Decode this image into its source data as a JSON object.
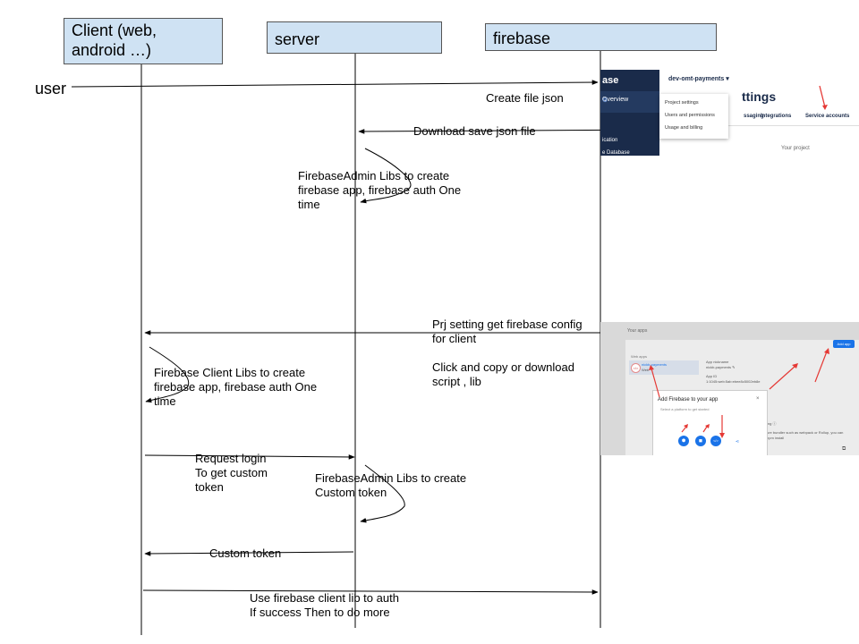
{
  "participants": {
    "client": [
      "Client (web,",
      "android …)"
    ],
    "server": "server",
    "firebase": "firebase",
    "user": "user"
  },
  "messages": {
    "create_file_json": "Create file json",
    "download_json": "Download save json file",
    "admin_libs_init": [
      "FirebaseAdmin Libs to create",
      "firebase app, firebase auth One",
      "time"
    ],
    "prj_setting": [
      "Prj setting get firebase config",
      "for client"
    ],
    "click_copy": [
      "Click and copy or download",
      "script , lib"
    ],
    "client_libs_init": [
      "Firebase Client Libs to create",
      "firebase app, firebase auth One",
      "time"
    ],
    "request_login": [
      "Request login",
      "To get custom",
      "token"
    ],
    "admin_custom_token": [
      "FirebaseAdmin Libs to create",
      "Custom token"
    ],
    "custom_token": "Custom token",
    "use_client_lib": [
      "Use firebase client lib to auth",
      "If success Then to do more"
    ]
  },
  "screenshot_console": {
    "brand": "ase",
    "overview": "Overview",
    "project": "dev-omt-payments",
    "heading": "ttings",
    "menu": [
      "Project settings",
      "Users and permissions",
      "Usage and billing"
    ],
    "tabs": [
      "ssaging",
      "Integrations",
      "Service accounts"
    ],
    "authentication": "ication",
    "realtime_db": "e Database",
    "your_project": "Your project"
  },
  "screenshot_add_app": {
    "your_apps": "Your apps",
    "add_app": "Add app",
    "web_apps": "Web apps",
    "app_name": "nickb-payments",
    "app_sub": "Web",
    "app_nickname_label": "App nickname",
    "app_nickname": "nickb-payments",
    "app_id_label": "App ID",
    "app_id": "1:1045:web:5ab:ebee8c5002eb8e",
    "sdk_text": [
      "ure bundler such as webpack or Rollup, you can",
      "npm install"
    ],
    "sdk_hint": "ing ⓘ",
    "modal_title": "Add Firebase to your app",
    "modal_subtitle": "Select a platform to get started",
    "close": "×"
  }
}
